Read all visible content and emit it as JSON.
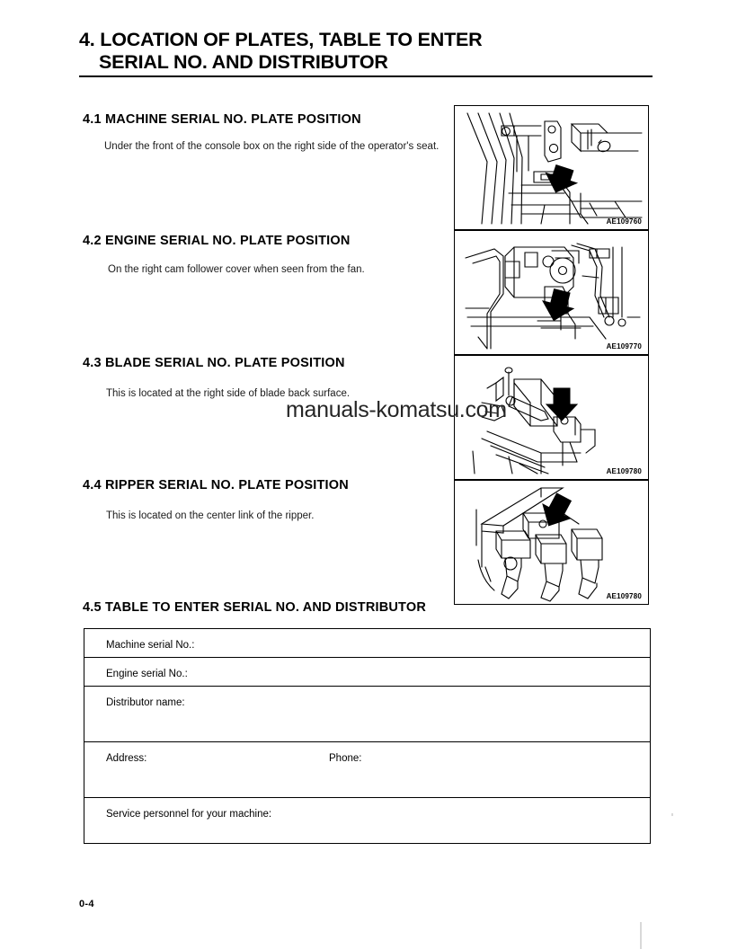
{
  "document": {
    "title_line1": "4. LOCATION OF PLATES, TABLE TO ENTER",
    "title_line2": "SERIAL NO. AND DISTRIBUTOR",
    "page_number": "0-4",
    "watermark": "manuals-komatsu.com"
  },
  "sections": [
    {
      "heading": "4.1  MACHINE SERIAL NO. PLATE POSITION",
      "body": "Under the front of the console box on the right side of the operator's seat.",
      "figure_code": "AE109760"
    },
    {
      "heading": "4.2  ENGINE SERIAL NO. PLATE POSITION",
      "body": "On the right cam follower cover when seen from the fan.",
      "figure_code": "AE109770"
    },
    {
      "heading": "4.3  BLADE SERIAL NO. PLATE POSITION",
      "body": "This is located at the right side of blade back surface.",
      "figure_code": "AE109780"
    },
    {
      "heading": "4.4  RIPPER SERIAL NO. PLATE POSITION",
      "body": "This is located on the center link of the ripper.",
      "figure_code": "AE109780"
    }
  ],
  "table_section": {
    "heading": "4.5  TABLE TO ENTER SERIAL NO. AND DISTRIBUTOR",
    "rows": [
      {
        "label": "Machine serial No.:"
      },
      {
        "label": "Engine serial No.:"
      },
      {
        "label": "Distributor name:"
      },
      {
        "label": "Address:",
        "label2": "Phone:"
      },
      {
        "label": "Service personnel for your machine:"
      }
    ]
  }
}
